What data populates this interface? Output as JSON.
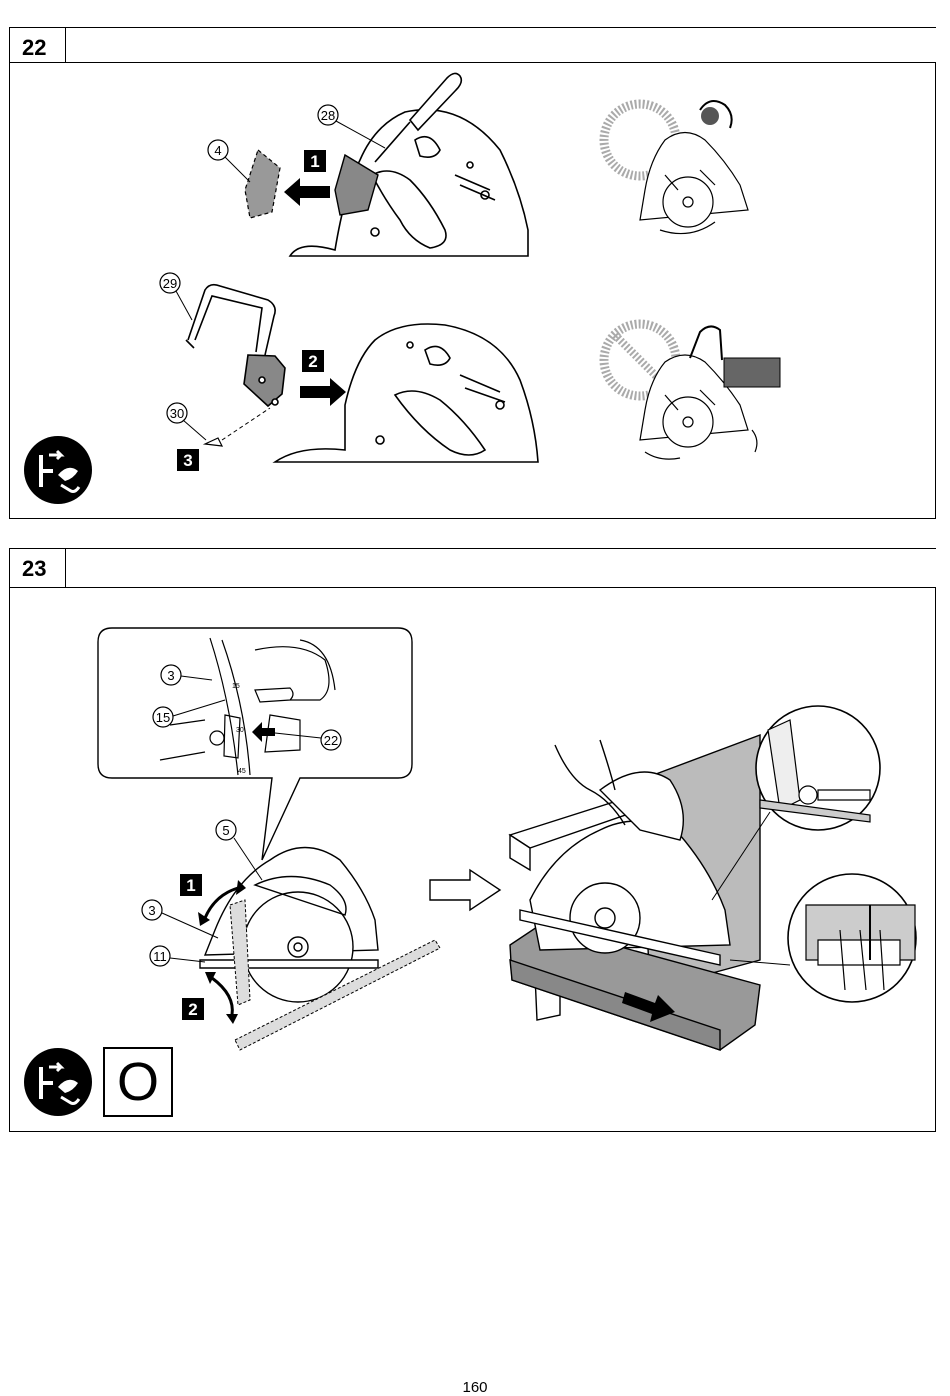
{
  "figures": [
    {
      "number": "22",
      "callouts": [
        "28",
        "4",
        "29",
        "30"
      ],
      "steps": [
        "1",
        "2",
        "3"
      ]
    },
    {
      "number": "23",
      "callouts": [
        "3",
        "15",
        "22",
        "5",
        "3",
        "11"
      ],
      "steps": [
        "1",
        "2"
      ],
      "scale_ticks": [
        "15",
        "30",
        "45"
      ],
      "square_label": "O"
    }
  ],
  "icons": [
    "unplug-icon",
    "unplug-icon"
  ],
  "page_number": "160"
}
